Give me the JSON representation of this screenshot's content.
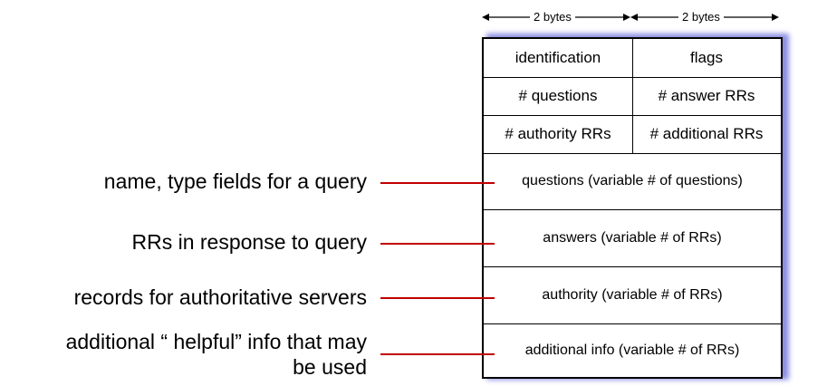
{
  "header": {
    "left_width_label": "2 bytes",
    "right_width_label": "2 bytes"
  },
  "fields": {
    "identification": "identification",
    "flags": "flags",
    "questions_count": "# questions",
    "answer_rrs_count": "# answer RRs",
    "authority_rrs_count": "# authority RRs",
    "additional_rrs_count": "# additional RRs",
    "questions": "questions (variable # of questions)",
    "answers": "answers (variable # of RRs)",
    "authority": "authority (variable # of RRs)",
    "additional_info": "additional info (variable # of RRs)"
  },
  "annotations": {
    "questions": "name, type fields for a query",
    "answers": "RRs in response to query",
    "authority": "records for authoritative servers",
    "additional_line1": "additional “ helpful” info that may",
    "additional_line2": "be used"
  },
  "colors": {
    "connector": "#c00000",
    "box_shadow": "#8a8ce0"
  }
}
